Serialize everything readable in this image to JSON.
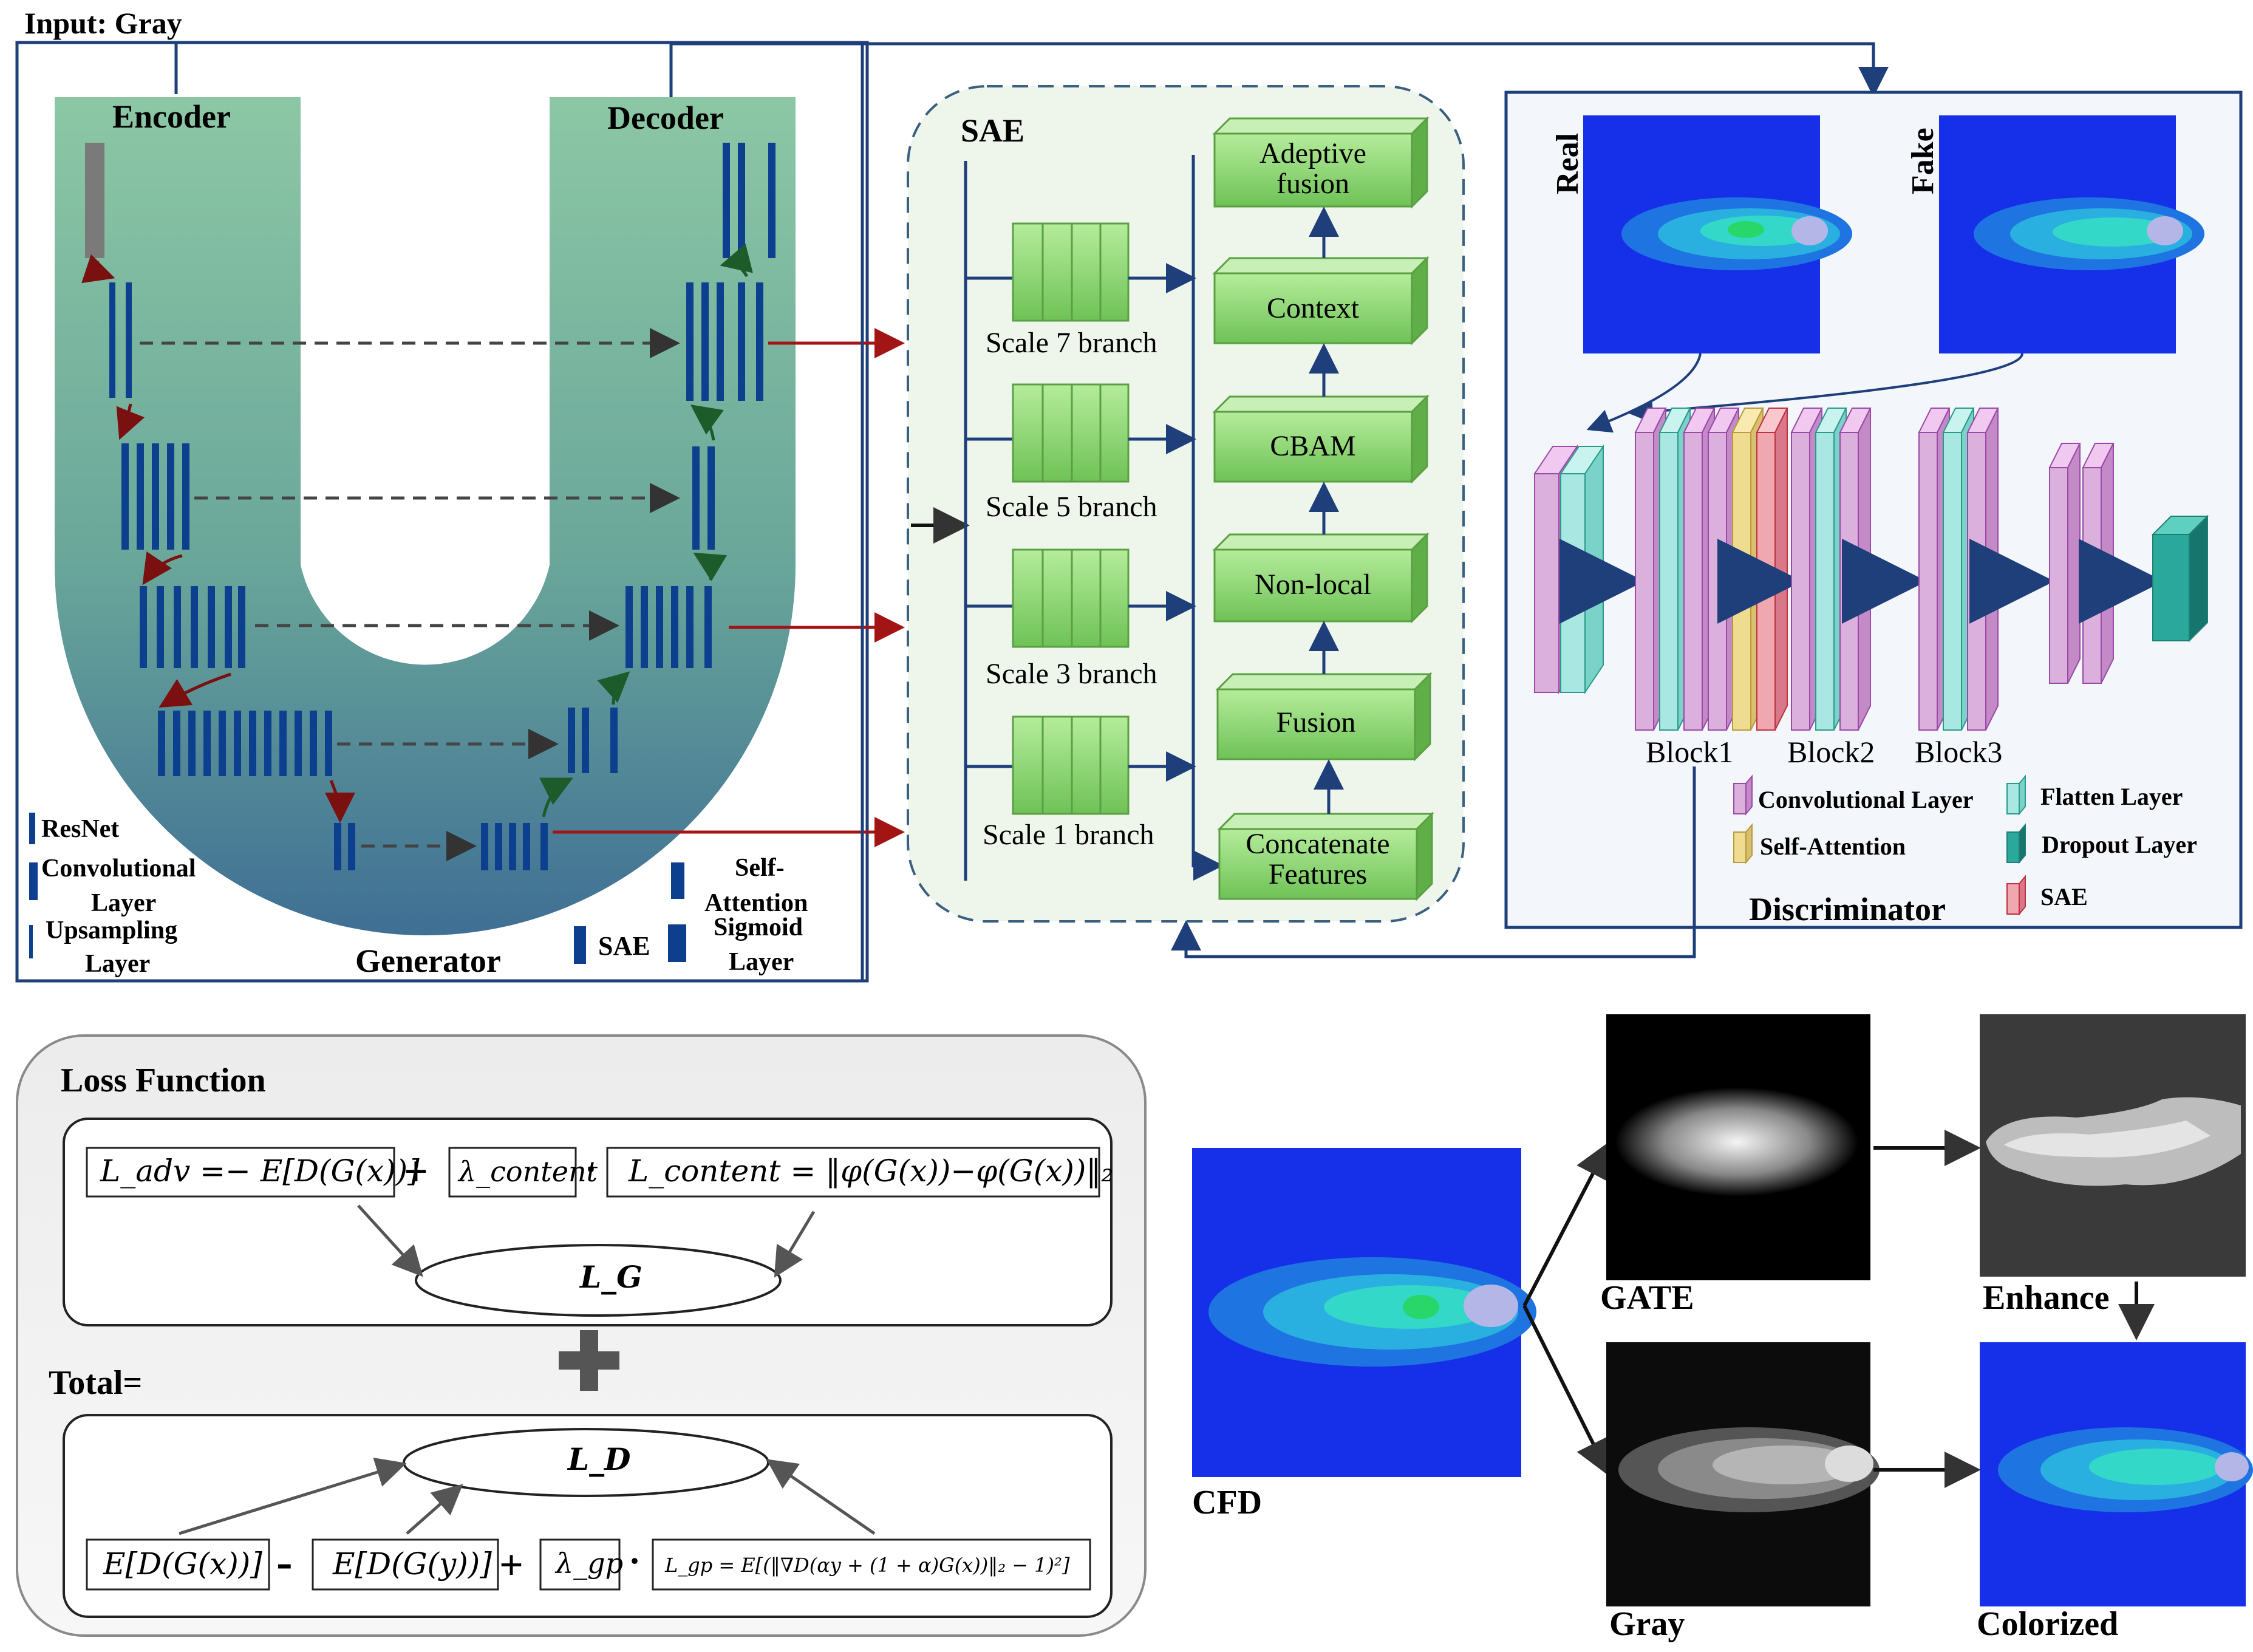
{
  "generator": {
    "input_label": "Input: Gray",
    "encoder_label": "Encoder",
    "decoder_label": "Decoder",
    "title": "Generator",
    "legend": {
      "resnet": "ResNet",
      "conv_line1": "Convolutional",
      "conv_line2": "Layer",
      "up_line1": "Upsampling",
      "up_line2": "Layer",
      "sae": "SAE",
      "sa_line1": "Self-",
      "sa_line2": "Attention",
      "sig_line1": "Sigmoid",
      "sig_line2": "Layer"
    }
  },
  "sae": {
    "title": "SAE",
    "branches": [
      "Scale 7 branch",
      "Scale 5 branch",
      "Scale 3 branch",
      "Scale 1 branch"
    ],
    "stages": [
      {
        "line1": "Adeptive",
        "line2": "fusion"
      },
      {
        "line1": "Context",
        "line2": ""
      },
      {
        "line1": "CBAM",
        "line2": ""
      },
      {
        "line1": "Non-local",
        "line2": ""
      },
      {
        "line1": "Fusion",
        "line2": ""
      },
      {
        "line1": "Concatenate",
        "line2": "Features"
      }
    ]
  },
  "discriminator": {
    "title": "Discriminator",
    "real_label": "Real",
    "fake_label": "Fake",
    "blocks": [
      "Block1",
      "Block2",
      "Block3"
    ],
    "legend": {
      "conv": "Convolutional Layer",
      "flatten": "Flatten Layer",
      "self_attention": "Self-Attention",
      "dropout": "Dropout Layer",
      "sae": "SAE"
    }
  },
  "loss": {
    "title": "Loss Function",
    "total_label": "Total=",
    "l_adv": "L_adv =− E[D(G(x))]",
    "lambda_content": "λ_content",
    "l_content": "L_content = ‖φ(G(x))−φ(G(x))‖₂",
    "l_g": "L_G",
    "l_d": "L_D",
    "e_dgx": "E[D(G(x))]",
    "e_dgy": "E[D(G(y))]",
    "lambda_gp": "λ_gp",
    "l_gp": "L_gp = E[(‖∇D(αy + (1 + α)G(x))‖₂ − 1)²]"
  },
  "pipeline": {
    "cfd": "CFD",
    "gate": "GATE",
    "enhance": "Enhance",
    "gray": "Gray",
    "colorized": "Colorized"
  },
  "colors": {
    "arrow_blue": "#1f3f7a",
    "arrow_red": "#a31515",
    "layer_blue": "#0d3f8f",
    "green_box": "#8fd27a",
    "flow_blue": "#1530e8"
  }
}
